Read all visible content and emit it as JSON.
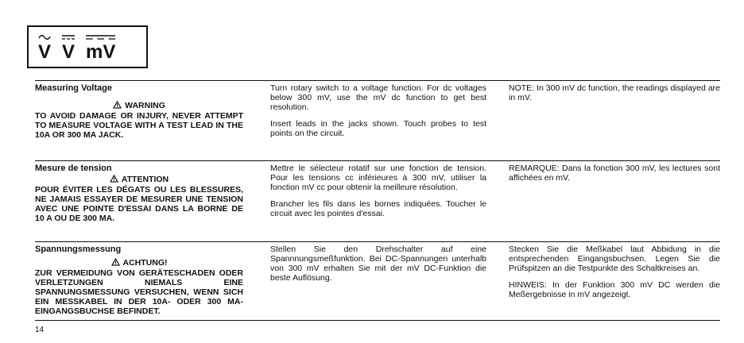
{
  "symbols": [
    "V",
    "V",
    "mV"
  ],
  "sections": [
    {
      "heading": "Measuring Voltage",
      "warning_title": "WARNING",
      "warning_body": "TO AVOID DAMAGE OR INJURY, NEVER ATTEMPT TO MEASURE VOLTAGE WITH A TEST LEAD IN THE 10A OR 300 mA JACK.",
      "instructions": [
        "Turn rotary switch to a voltage function. For dc voltages below 300 mV, use the mV dc function to get best resolution.",
        "Insert leads in the jacks shown. Touch probes to test points on the circuit."
      ],
      "notes": [
        "NOTE: In 300 mV dc function, the readings displayed are in mV."
      ]
    },
    {
      "heading": "Mesure de tension",
      "warning_title": "ATTENTION",
      "warning_body": "POUR ÉVITER LES DÉGATS OU LES BLESSURES, NE JAMAIS ESSAYER DE MESURER UNE TENSION AVEC UNE POINTE D'ESSAI DANS LA BORNE DE 10 A OU DE 300 mA.",
      "instructions": [
        "Mettre le sélecteur rotatif sur une fonction de tension. Pour les tensions cc inférieures à 300 mV, utiliser la fonction mV cc pour obtenir la meilleure résolution.",
        "Brancher les fils dans les bornes indiquées. Toucher le circuit avec les pointes d'essai."
      ],
      "notes": [
        "REMARQUE: Dans la fonction 300 mV, les lectures sont affichées en mV."
      ]
    },
    {
      "heading": "Spannungsmessung",
      "warning_title": "ACHTUNG!",
      "warning_body": "ZUR VERMEIDUNG VON GERÄTESCHADEN ODER VERLETZUNGEN NIEMALS EINE SPANNUNGSMESSUNG VERSUCHEN, WENN SICH EIN MESSKABEL IN DER 10A- ODER 300 mA-EINGANGSBUCHSE BEFINDET.",
      "instructions": [
        "Stellen Sie den Drehschalter auf eine Spannnungsmeßfunktion. Bei DC-Spannungen unterhalb von 300 mV erhalten Sie mit der mV DC-Funktion die beste Auflösung."
      ],
      "notes": [
        "Stecken Sie die Meßkabel laut Abbidung in die entsprechenden Eingangsbuchsen. Legen Sie die Prüfspitzen an die Testpunkte des Schaltkreises an.",
        "HINWEIS: In der Funktion 300 mV DC werden die Meßergebnisse in mV angezeigt."
      ]
    }
  ],
  "page_number": "14"
}
